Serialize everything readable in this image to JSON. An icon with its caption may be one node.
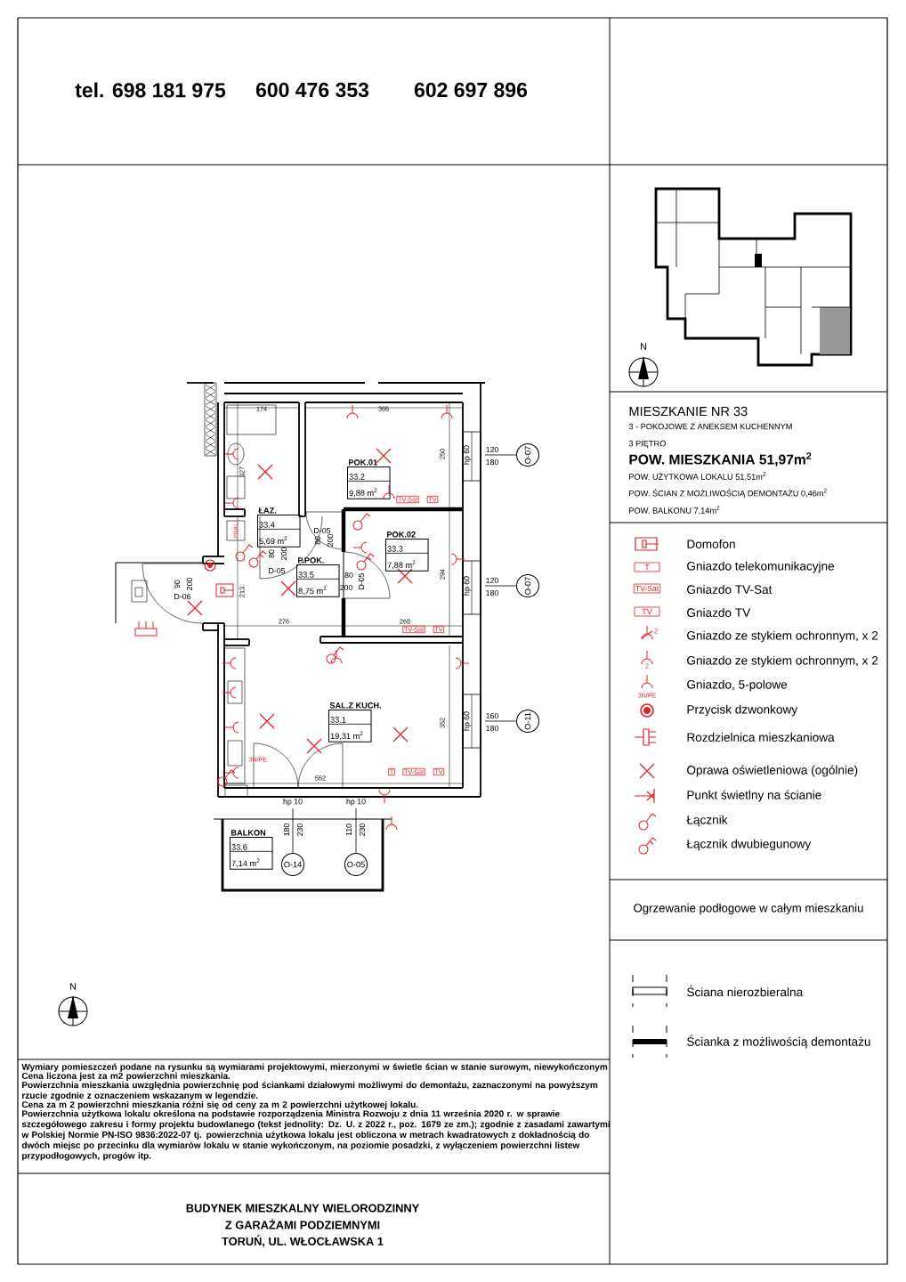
{
  "diagram": {
    "nodes": [
      {
        "text": [
          "POK.01",
          "33.2",
          "9,88 m$^{2}$"
        ]
      },
      {
        "text": [
          "ŁAZ.",
          "33.4",
          "5,69 m$^{2}$"
        ]
      },
      {
        "text": [
          "POK.02",
          "33.3",
          "7,88 m$^{2}$"
        ]
      },
      {
        "text": [
          "P.POK.",
          "33.5",
          "8,75 m$^{2}$"
        ]
      },
      {
        "text": [
          "SAL.Z KUCH.",
          "33.1",
          "19,31 m$^{2}$"
        ]
      },
      {
        "text": [
          "BALKON",
          "33.6",
          "7,14 m$^{2}$"
        ]
      },
      {
        "text": [
          "O-07"
        ],
        "beside": [
          "hp 60",
          "120",
          "180"
        ]
      },
      {
        "text": [
          "O-07"
        ],
        "beside": [
          "hp 60",
          "120",
          "180"
        ]
      },
      {
        "text": [
          "O-11"
        ],
        "beside": [
          "hp 60",
          "160",
          "180"
        ]
      },
      {
        "text": [
          "O-14"
        ],
        "beside": [
          "hp 10",
          "180",
          "230"
        ]
      },
      {
        "text": [
          "O-05"
        ],
        "beside": [
          "hp 10",
          "110",
          "230"
        ]
      }
    ],
    "edges": [
      {
        "from": 6,
        "to": null,
        "arrow": "none"
      },
      {
        "from": 7,
        "to": null,
        "arrow": "none"
      },
      {
        "from": 8,
        "to": null,
        "arrow": "none"
      },
      {
        "from": 9,
        "to": null,
        "arrow": "none"
      },
      {
        "from": 10,
        "to": null,
        "arrow": "none"
      }
    ],
    "labels": [
      "tel. 698 181 975",
      "600 476 353",
      "602 697 896",
      "N",
      "MIESZKANIE NR 33",
      "3 - POKOJOWE Z ANEKSEM KUCHENNYM",
      "3 PIĘTRO",
      "POW. MIESZKANIA 51,97m$^{2}$",
      "POW. UŻYTKOWA LOKALU 51,51m$^{2}$",
      "POW. ŚCIAN Z MOŻLIWOŚCIĄ DEMONTAŻU 0,46m$^{2}$",
      "POW. BALKONU 7,14m$^{2}$",
      "T",
      "TV-Sat",
      "TV",
      "2",
      "2",
      "3N/PE",
      "Ogrzewanie podłogowe w całym mieszkaniu",
      "174",
      "366",
      "327",
      "250",
      "80",
      "200",
      "D-05",
      "D-05",
      "80",
      "200",
      "80",
      "200",
      "D-05",
      "90",
      "200",
      "D-06",
      "213",
      "276",
      "268",
      "294",
      "352",
      "552",
      "PRAL",
      "TV-Sat",
      "TV",
      "TV-Sat",
      "TV",
      "T",
      "TV-Sat",
      "TV",
      "3N/PE",
      "N",
      "Wymiary pomieszczeń podane na rysunku są wymiarami projektowymi, mierzonymi w świetle ścian w stanie surowym, niewykończonym",
      "Cena liczona jest za m2 powierzchni mieszkania.",
      "Powierzchnia mieszkania uwzględnia powierzchnię pod ściankami działowymi możliwymi do demontażu, zaznaczonymi na powyższym rzucie zgodnie z oznaczeniem wskazanym w legendzie.",
      "Cena za m 2 powierzchni mieszkania różni się od ceny za m 2 powierzchni użytkowej lokalu.",
      "Powierzchnia użytkowa lokalu określona na podstawie rozporządzenia Ministra Rozwoju z dnia 11 września 2020 r. w sprawie szczegółowego zakresu i formy projektu budowlanego (tekst jednolity: Dz. U. z 2022 r., poz. 1679 ze zm.); zgodnie z zasadami zawartymi w Polskiej Normie PN-ISO 9836:2022-07 tj. powierzchnia użytkowa lokalu jest obliczona w metrach kwadratowych z dokładnością do dwóch miejsc po przecinku dla wymiarów lokalu w stanie wykończonym, na poziomie posadzki, z wyłączeniem powierzchni listew przypodłogowych, progów itp.",
      "BUDYNEK MIESZKALNY WIELORODZINNY",
      "Z GARAŻAMI PODZIEMNYMI",
      "TORUŃ, UL. WŁOCŁAWSKA 1"
    ],
    "legend": [
      {
        "text": "Domofon"
      },
      {
        "text": "Gniazdo telekomunikacyjne"
      },
      {
        "text": "Gniazdo TV-Sat"
      },
      {
        "text": "Gniazdo TV"
      },
      {
        "text": "Gniazdo ze stykiem ochronnym, x 2"
      },
      {
        "text": "Gniazdo ze stykiem ochronnym, x 2"
      },
      {
        "text": "Gniazdo, 5-polowe"
      },
      {
        "text": "Przycisk dzwonkowy"
      },
      {
        "text": "Rozdzielnica mieszkaniowa"
      },
      {
        "text": "Oprawa oświetleniowa (ogólnie)"
      },
      {
        "text": "Punkt świetlny na ścianie"
      },
      {
        "text": "Łącznik"
      },
      {
        "text": "Łącznik dwubiegunowy"
      },
      {
        "text": "Ściana nierozbieralna"
      },
      {
        "text": "Ścianka z możliwością demontażu"
      }
    ]
  }
}
